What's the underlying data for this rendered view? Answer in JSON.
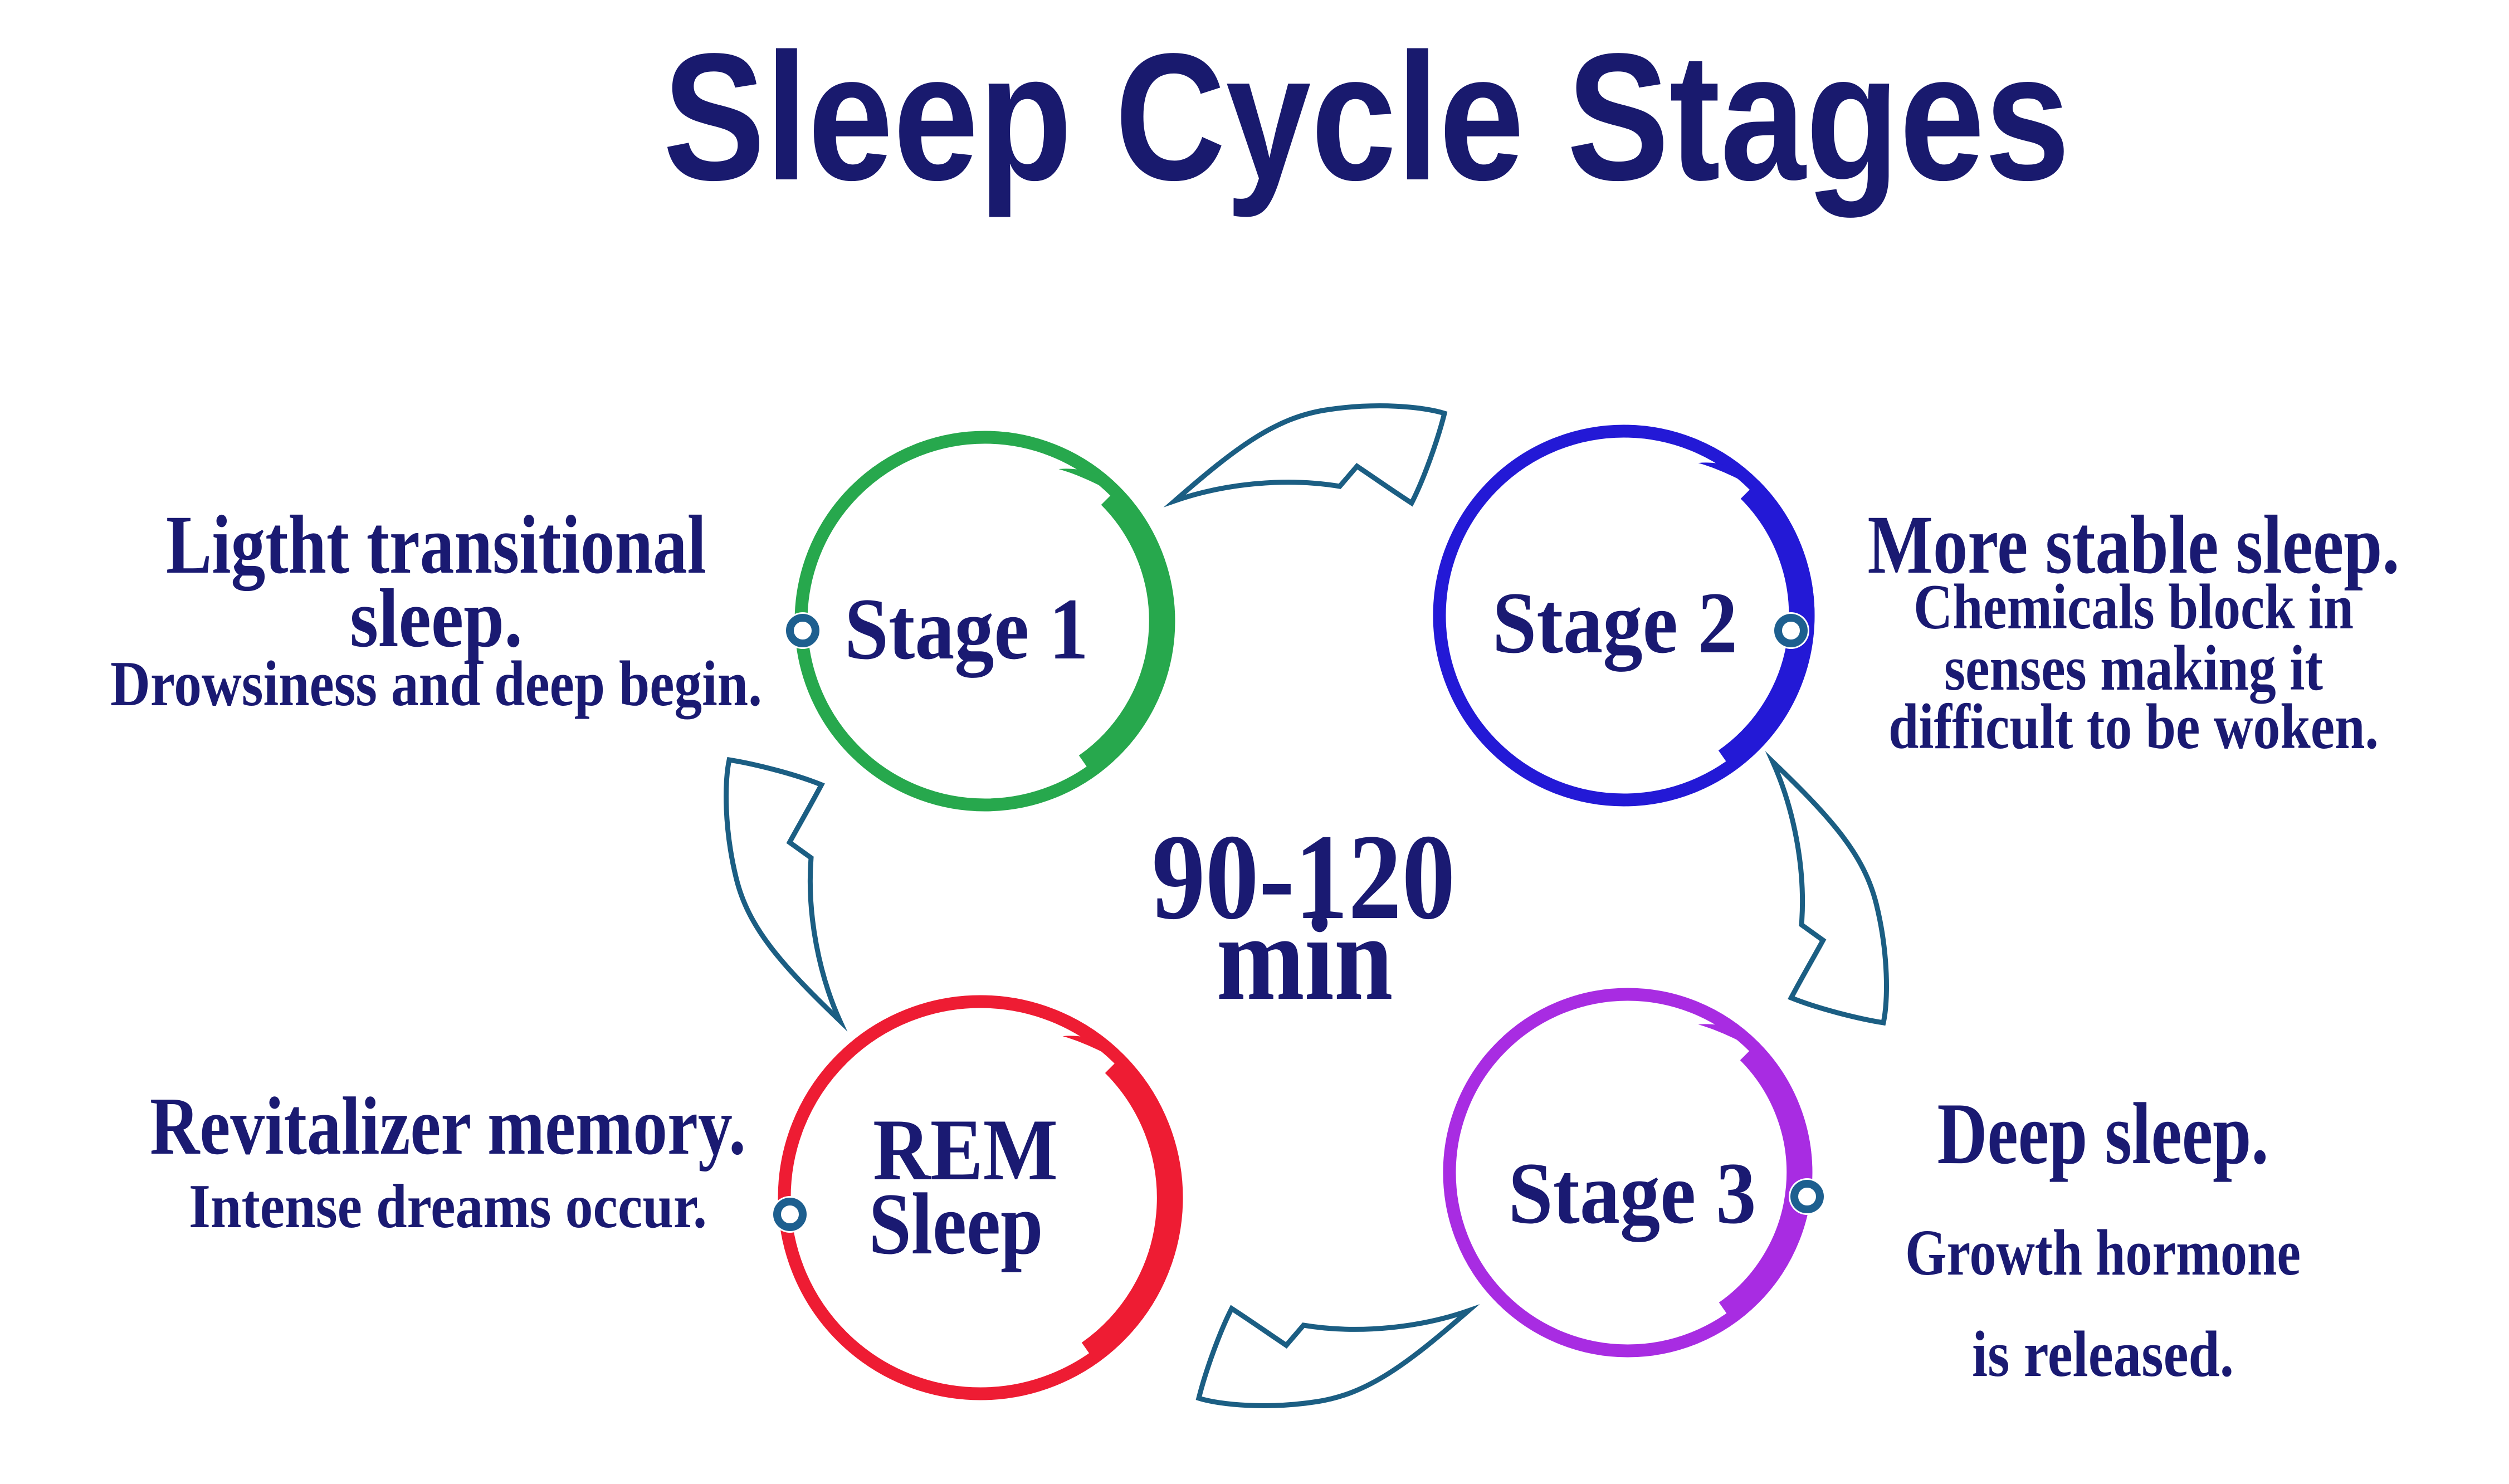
{
  "title": "Sleep Cycle Stages",
  "cycle_duration": {
    "range": "90-120",
    "unit": "min"
  },
  "stages": [
    {
      "label": "Stage 1",
      "circle_color": "#27a84d",
      "description": [
        "Ligtht transitional",
        "sleep.",
        "Drowsiness and deep begin."
      ]
    },
    {
      "label": "Stage 2",
      "circle_color": "#2319d6",
      "description": [
        "More stable sleep.",
        "Chemicals block in",
        "senses making it",
        "difficult to be woken."
      ]
    },
    {
      "label": "Stage 3",
      "circle_color": "#a82ce2",
      "description": [
        "Deep sleep.",
        "Growth hormone",
        "is released."
      ]
    },
    {
      "label": "REM Sleep",
      "label_lines": [
        "REM",
        "Sleep"
      ],
      "circle_color": "#ee1c33",
      "description": [
        "Revitalizer memory.",
        "Intense dreams occur."
      ]
    }
  ],
  "colors": {
    "text": "#1a1a72",
    "title_text": "#191a6e",
    "arrow_outline": "#1b5e83",
    "marker_ring": "#1d5f8f",
    "stage1_green": "#27a84d",
    "stage2_blue": "#2319d6",
    "stage3_purple": "#a82ce2",
    "rem_red": "#ee1c33"
  }
}
